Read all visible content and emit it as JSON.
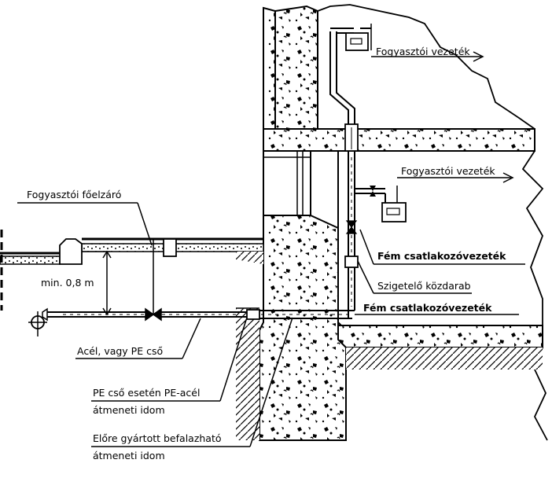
{
  "labels": {
    "consumer_line_top": "Fogyasztói vezeték",
    "consumer_line_mid": "Fogyasztói vezeték",
    "consumer_main_shutoff": "Fogyasztói főelzáró",
    "metal_connection_upper": "Fém csatlakozóvezeték",
    "insulating_piece": "Szigetelő közdarab",
    "metal_connection_lower": "Fém csatlakozóvezeték",
    "min_depth": "min. 0,8 m",
    "steel_or_pe_pipe": "Acél, vagy PE cső",
    "pe_steel_transition_line1": "PE cső esetén PE-acél",
    "pe_steel_transition_line2": "átmeneti idom",
    "prefab_transition_line1": "Előre gyártott befalazható",
    "prefab_transition_line2": "átmeneti idom"
  }
}
